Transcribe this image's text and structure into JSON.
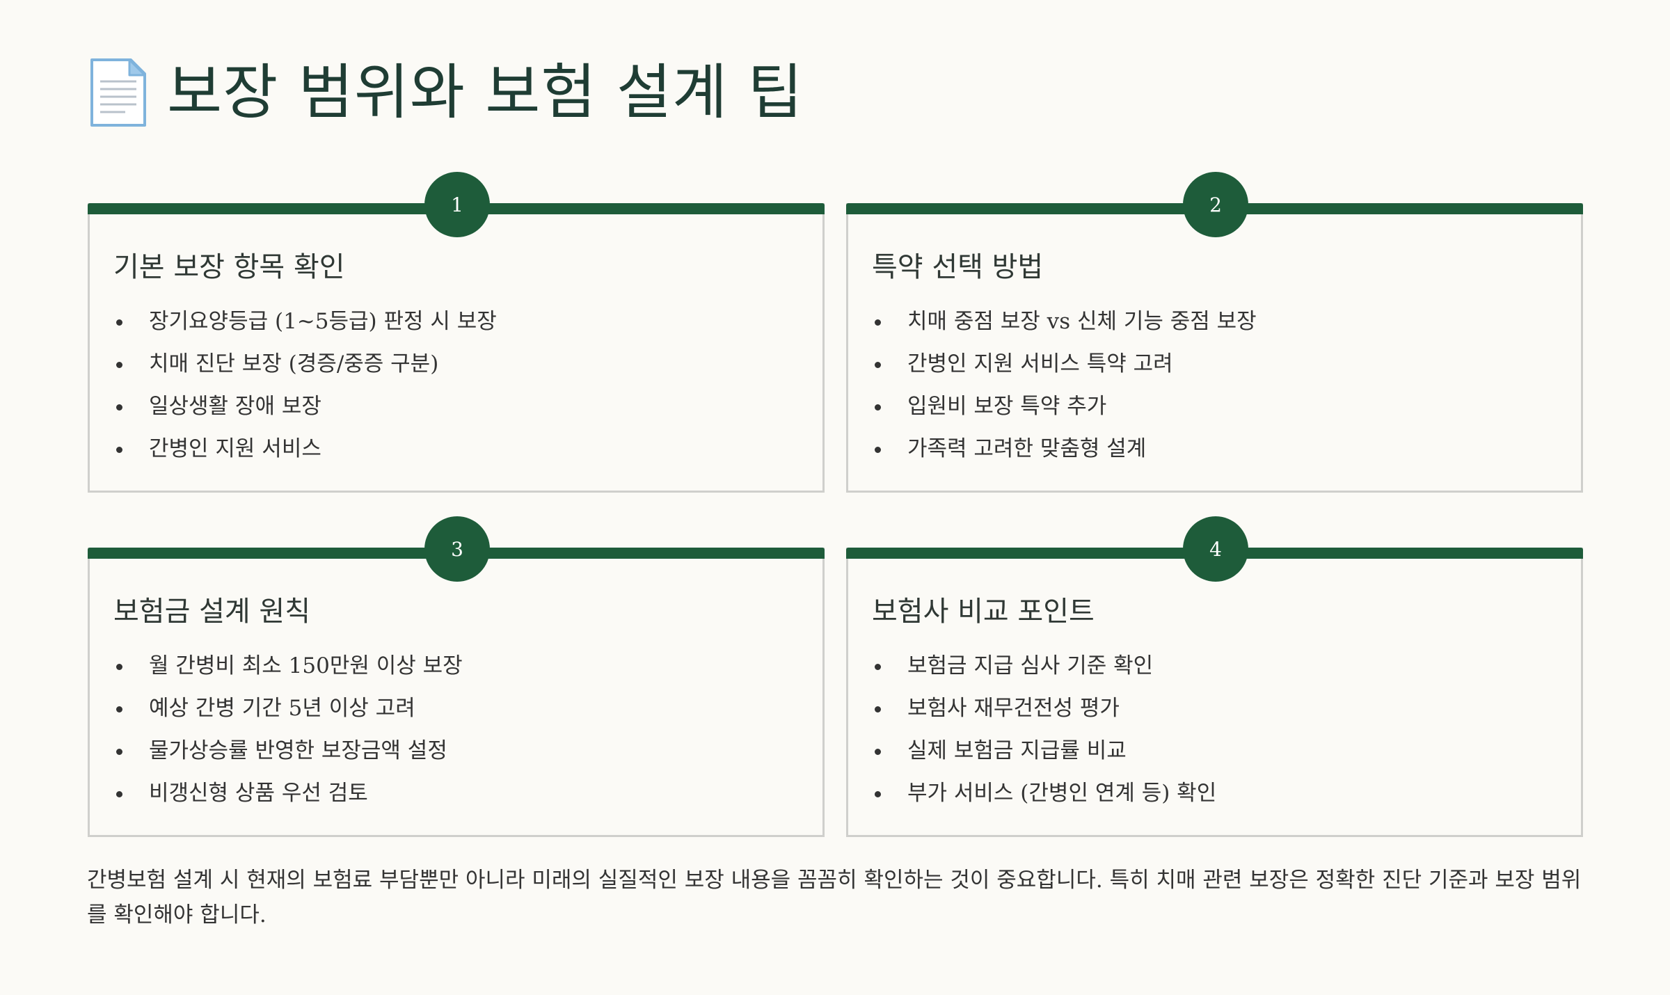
{
  "page": {
    "title": "보장 범위와 보험 설계 팁",
    "title_icon": "document-icon"
  },
  "colors": {
    "background": "#fbfaf6",
    "accent": "#1e5c3a",
    "title": "#1f3d34",
    "card_border": "#cfcfcc"
  },
  "cards": [
    {
      "number": "1",
      "title": "기본 보장 항목 확인",
      "items": [
        "장기요양등급 (1~5등급) 판정 시 보장",
        "치매 진단 보장 (경증/중증 구분)",
        "일상생활 장애 보장",
        "간병인 지원 서비스"
      ]
    },
    {
      "number": "2",
      "title": "특약 선택 방법",
      "items": [
        "치매 중점 보장 vs 신체 기능 중점 보장",
        "간병인 지원 서비스 특약 고려",
        "입원비 보장 특약 추가",
        "가족력 고려한 맞춤형 설계"
      ]
    },
    {
      "number": "3",
      "title": "보험금 설계 원칙",
      "items": [
        "월 간병비 최소 150만원 이상 보장",
        "예상 간병 기간 5년 이상 고려",
        "물가상승률 반영한 보장금액 설정",
        "비갱신형 상품 우선 검토"
      ]
    },
    {
      "number": "4",
      "title": "보험사 비교 포인트",
      "items": [
        "보험금 지급 심사 기준 확인",
        "보험사 재무건전성 평가",
        "실제 보험금 지급률 비교",
        "부가 서비스 (간병인 연계 등) 확인"
      ]
    }
  ],
  "footer": {
    "note": "간병보험 설계 시 현재의 보험료 부담뿐만 아니라 미래의 실질적인 보장 내용을 꼼꼼히 확인하는 것이 중요합니다. 특히 치매 관련 보장은 정확한 진단 기준과 보장 범위를 확인해야 합니다."
  }
}
